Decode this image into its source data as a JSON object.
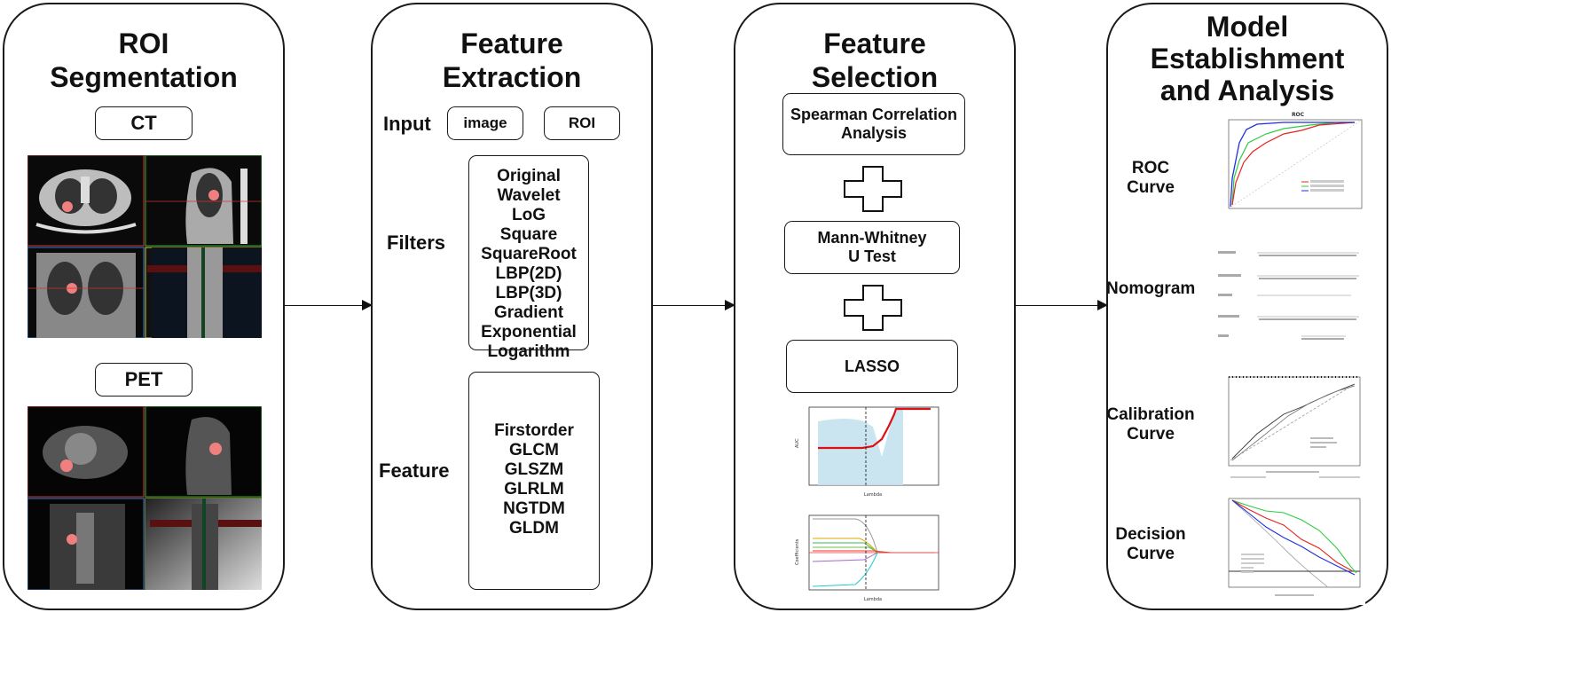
{
  "panels": {
    "roi": {
      "title_line1": "ROI",
      "title_line2": "Segmentation",
      "ct_label": "CT",
      "pet_label": "PET"
    },
    "extraction": {
      "title_line1": "Feature",
      "title_line2": "Extraction",
      "input_label": "Input",
      "input_image": "image",
      "input_roi": "ROI",
      "filters_label": "Filters",
      "filters": [
        "Original",
        "Wavelet",
        "LoG",
        "Square",
        "SquareRoot",
        "LBP(2D)",
        "LBP(3D)",
        "Gradient",
        "Exponential",
        "Logarithm"
      ],
      "feature_label": "Feature",
      "features": [
        "Firstorder",
        "GLCM",
        "GLSZM",
        "GLRLM",
        "NGTDM",
        "GLDM"
      ]
    },
    "selection": {
      "title_line1": "Feature",
      "title_line2": "Selection",
      "step1_line1": "Spearman Correlation",
      "step1_line2": "Analysis",
      "step2_line1": "Mann-Whitney",
      "step2_line2": "U Test",
      "step3": "LASSO",
      "plot1_xlabel": "Lambda",
      "plot1_ylabel": "AUC",
      "plot2_xlabel": "Lambda",
      "plot2_ylabel": "Coefficients"
    },
    "model": {
      "title_line1": "Model",
      "title_line2": "Establishment",
      "title_line3": "and Analysis",
      "roc_line1": "ROC",
      "roc_line2": "Curve",
      "nomogram": "Nomogram",
      "calib_line1": "Calibration",
      "calib_line2": "Curve",
      "decision_line1": "Decision",
      "decision_line2": "Curve",
      "roc_plot_title": "ROC"
    }
  },
  "colors": {
    "ct_roi": "#f08080",
    "red": "#e8221c",
    "green": "#2ecc40",
    "blue": "#1f2fe0"
  }
}
